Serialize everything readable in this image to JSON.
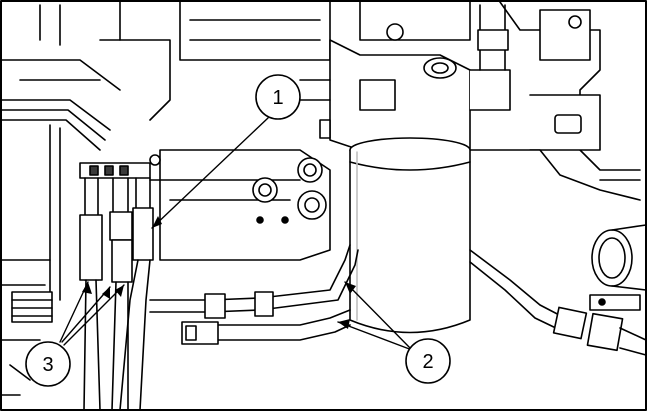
{
  "callouts": [
    {
      "id": "1",
      "label": "1"
    },
    {
      "id": "2",
      "label": "2"
    },
    {
      "id": "3",
      "label": "3"
    }
  ],
  "colors": {
    "line": "#000000",
    "background": "#ffffff",
    "shade": "#d9d9d9",
    "dark": "#3a3a3a"
  }
}
